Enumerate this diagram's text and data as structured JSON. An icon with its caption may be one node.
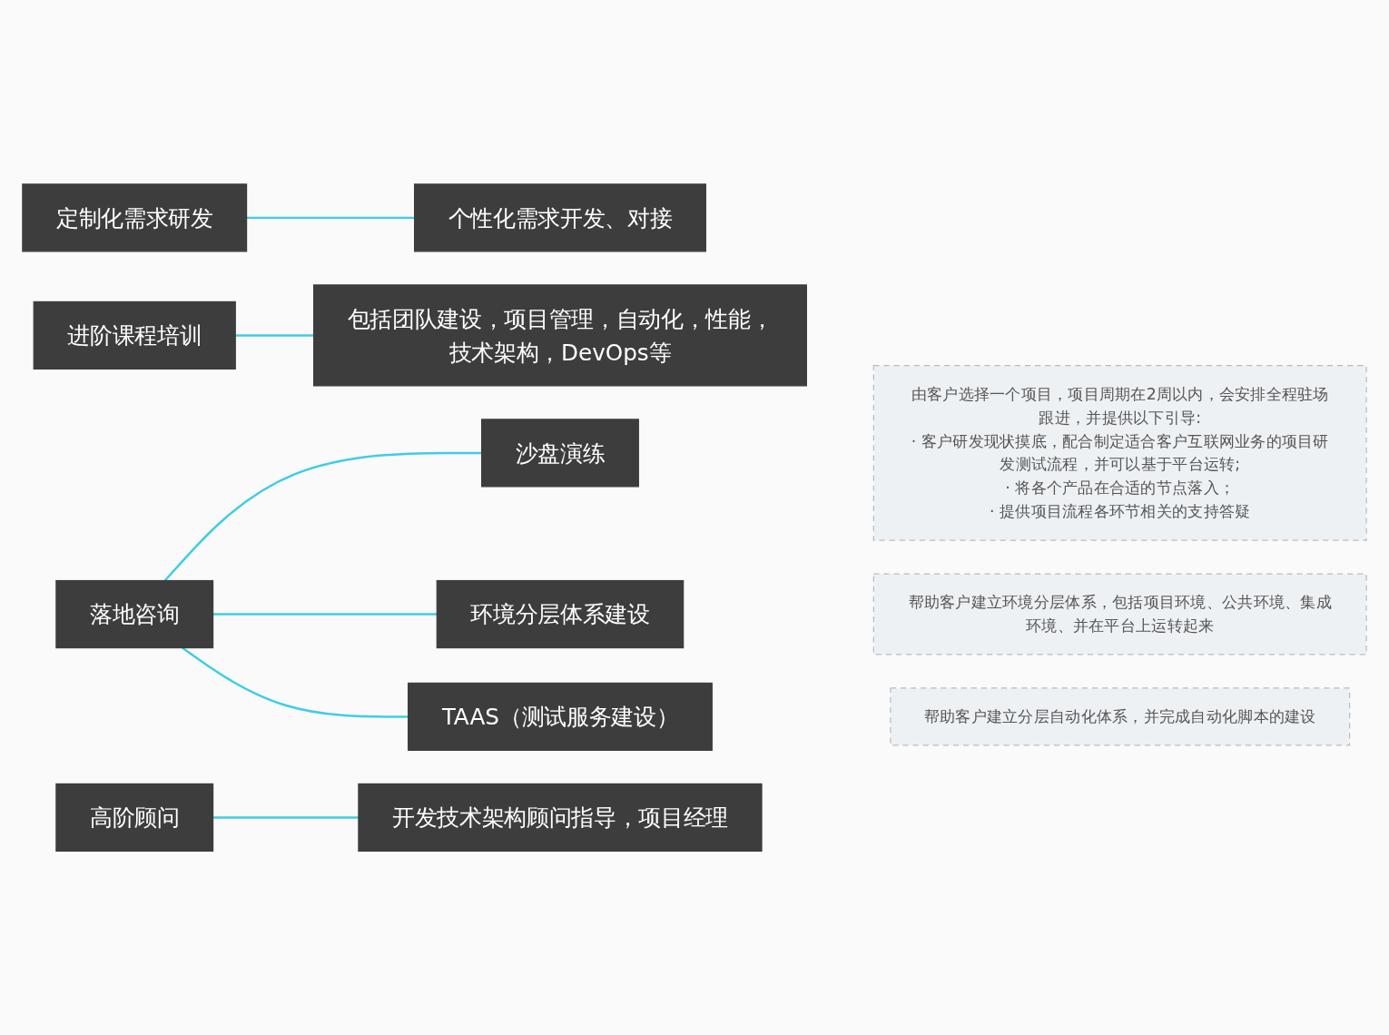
{
  "diagram": {
    "nodes": [
      {
        "text": [
          "定制化需求研发"
        ]
      },
      {
        "text": [
          "个性化需求开发、对接"
        ]
      },
      {
        "text": [
          "进阶课程培训"
        ]
      },
      {
        "text": [
          "包括团队建设，项目管理，自动化，性能，技术架构，DevOps等"
        ]
      },
      {
        "text": [
          "落地咨询"
        ]
      },
      {
        "text": [
          "沙盘演练"
        ]
      },
      {
        "text": [
          "由客户选择一个项目，项目周期在2周以内，会安排全程驻场跟进，并提供以下引导:",
          "· 客户研发现状摸底，配合制定适合客户互联网业务的项目研发测试流程，并可以基于平台运转;",
          "· 将各个产品在合适的节点落入；",
          "· 提供项目流程各环节相关的支持答疑"
        ]
      },
      {
        "text": [
          "环境分层体系建设"
        ]
      },
      {
        "text": [
          "帮助客户建立环境分层体系，包括项目环境、公共环境、集成环境、并在平台上运转起来"
        ]
      },
      {
        "text": [
          "TAAS（测试服务建设）"
        ]
      },
      {
        "text": [
          "帮助客户建立分层自动化体系，并完成自动化脚本的建设"
        ]
      },
      {
        "text": [
          "高阶顾问"
        ]
      },
      {
        "text": [
          "开发技术架构顾问指导，项目经理"
        ]
      }
    ],
    "edges": [
      {
        "from": 0,
        "to": 1,
        "arrow": "none"
      },
      {
        "from": 2,
        "to": 3,
        "arrow": "none"
      },
      {
        "from": 4,
        "to": 5,
        "arrow": "none"
      },
      {
        "from": 4,
        "to": 7,
        "arrow": "none"
      },
      {
        "from": 4,
        "to": 9,
        "arrow": "none"
      },
      {
        "from": 11,
        "to": 12,
        "arrow": "none"
      }
    ]
  }
}
